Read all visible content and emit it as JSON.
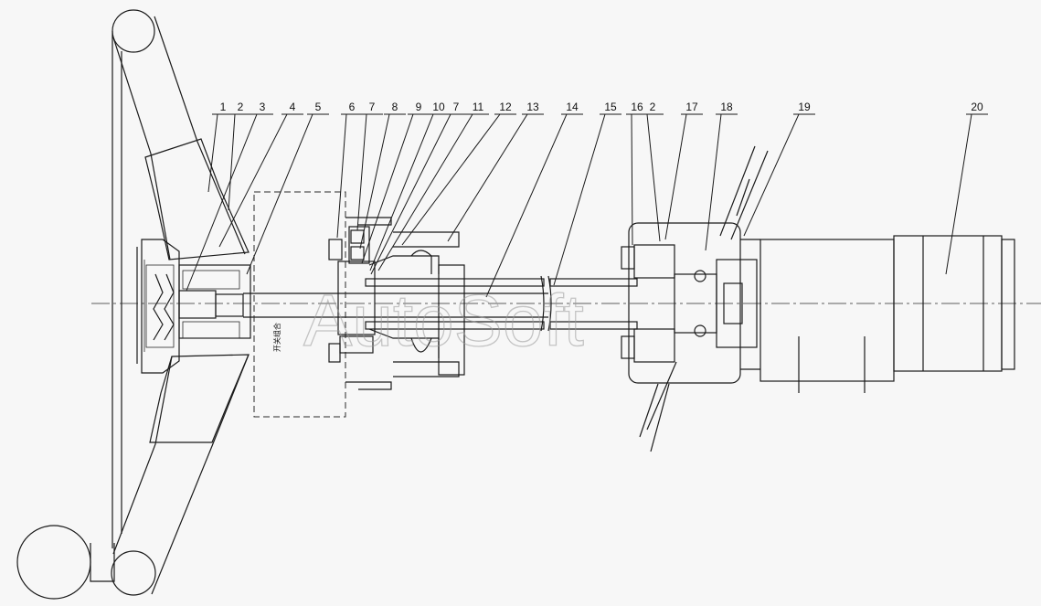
{
  "diagram": {
    "callouts": [
      "1",
      "2",
      "3",
      "4",
      "5",
      "6",
      "7",
      "8",
      "9",
      "10",
      "7",
      "11",
      "12",
      "13",
      "14",
      "15",
      "16",
      "2",
      "17",
      "18",
      "19",
      "20"
    ],
    "inner_label": "开关组合",
    "watermark": "AutoSoft"
  },
  "colors": {
    "line": "#1a1a1a",
    "background": "#f7f7f7",
    "watermark": "#9a9a9a"
  }
}
